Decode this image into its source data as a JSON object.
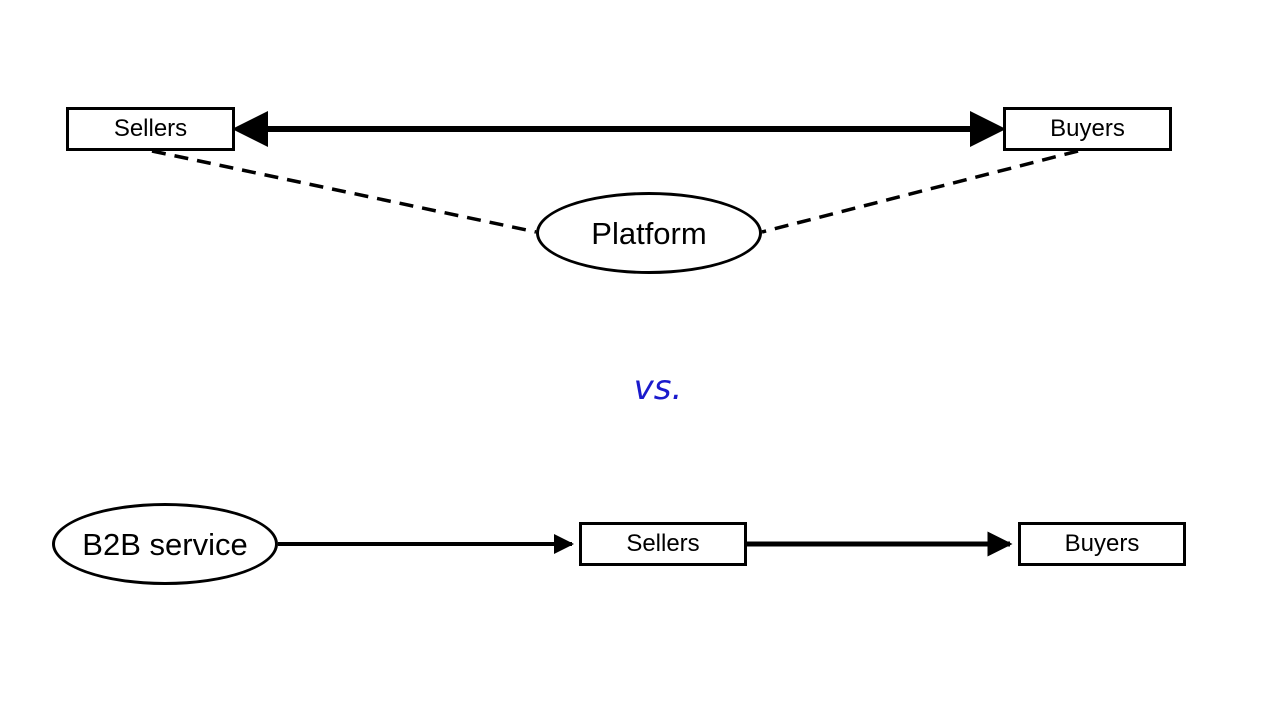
{
  "top_diagram": {
    "sellers_label": "Sellers",
    "buyers_label": "Buyers",
    "platform_label": "Platform"
  },
  "divider": {
    "vs_label": "vs.",
    "vs_color": "#1a1acc"
  },
  "bottom_diagram": {
    "b2b_label": "B2B service",
    "sellers_label": "Sellers",
    "buyers_label": "Buyers"
  }
}
